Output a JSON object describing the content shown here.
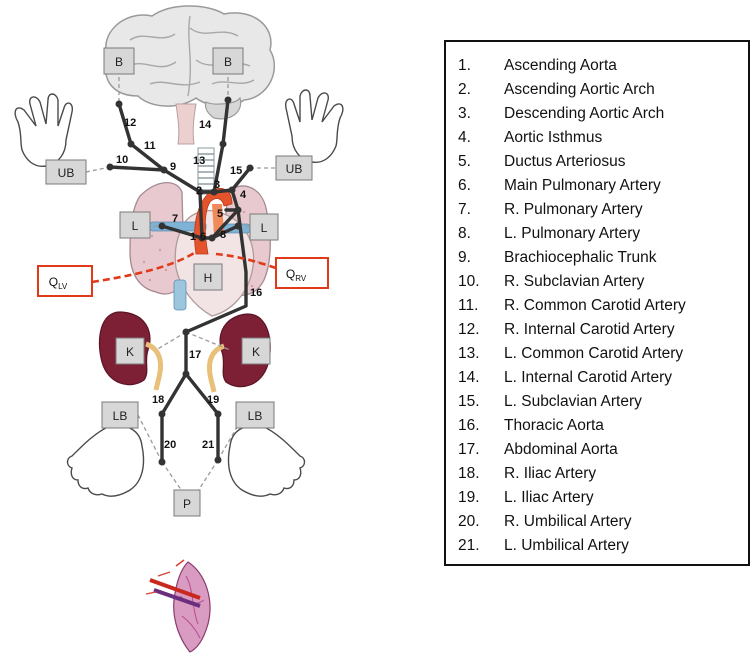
{
  "diagram": {
    "segments": [
      {
        "id": "1"
      },
      {
        "id": "2"
      },
      {
        "id": "3"
      },
      {
        "id": "4"
      },
      {
        "id": "5"
      },
      {
        "id": "6"
      },
      {
        "id": "7"
      },
      {
        "id": "8"
      },
      {
        "id": "9"
      },
      {
        "id": "10"
      },
      {
        "id": "11"
      },
      {
        "id": "12"
      },
      {
        "id": "13"
      },
      {
        "id": "14"
      },
      {
        "id": "15"
      },
      {
        "id": "16"
      },
      {
        "id": "17"
      },
      {
        "id": "18"
      },
      {
        "id": "19"
      },
      {
        "id": "20"
      },
      {
        "id": "21"
      }
    ],
    "boxes": {
      "brain": "B",
      "upper_body": "UB",
      "lungs": "L",
      "heart": "H",
      "kidneys": "K",
      "lower_body": "LB",
      "placenta": "P"
    },
    "q_lv": {
      "main": "Q",
      "sub": "LV"
    },
    "q_rv": {
      "main": "Q",
      "sub": "RV"
    },
    "colors": {
      "vessel": "#333333",
      "compliance_box_fill": "#d7d7d7",
      "compliance_box_border": "#7a7a7a",
      "flow_source": "#e03a1a",
      "aorta": "#e4532b",
      "pulmonary": "#7fb3d5",
      "kidney": "#7d1f35",
      "brain": "#e8e8e8",
      "lung": "#e9c9d0"
    },
    "icons": [
      "brain-icon",
      "hand-icon",
      "lung-icon",
      "heart-icon",
      "kidney-icon",
      "foot-icon",
      "placenta-icon"
    ]
  },
  "legend": {
    "items": [
      {
        "num": "1.",
        "label": "Ascending Aorta"
      },
      {
        "num": "2.",
        "label": "Ascending Aortic Arch"
      },
      {
        "num": "3.",
        "label": "Descending Aortic Arch"
      },
      {
        "num": "4.",
        "label": "Aortic Isthmus"
      },
      {
        "num": "5.",
        "label": "Ductus Arteriosus"
      },
      {
        "num": "6.",
        "label": "Main Pulmonary Artery"
      },
      {
        "num": "7.",
        "label": "R. Pulmonary Artery"
      },
      {
        "num": "8.",
        "label": "L. Pulmonary Artery"
      },
      {
        "num": "9.",
        "label": "Brachiocephalic Trunk"
      },
      {
        "num": "10.",
        "label": "R. Subclavian Artery"
      },
      {
        "num": "11.",
        "label": "R. Common Carotid Artery"
      },
      {
        "num": "12.",
        "label": "R. Internal Carotid Artery"
      },
      {
        "num": "13.",
        "label": "L. Common Carotid Artery"
      },
      {
        "num": "14.",
        "label": "L. Internal Carotid Artery"
      },
      {
        "num": "15.",
        "label": "L. Subclavian Artery"
      },
      {
        "num": "16.",
        "label": "Thoracic Aorta"
      },
      {
        "num": "17.",
        "label": "Abdominal Aorta"
      },
      {
        "num": "18.",
        "label": "R. Iliac Artery"
      },
      {
        "num": "19.",
        "label": "L. Iliac Artery"
      },
      {
        "num": "20.",
        "label": "R. Umbilical Artery"
      },
      {
        "num": "21.",
        "label": "L. Umbilical Artery"
      }
    ]
  }
}
